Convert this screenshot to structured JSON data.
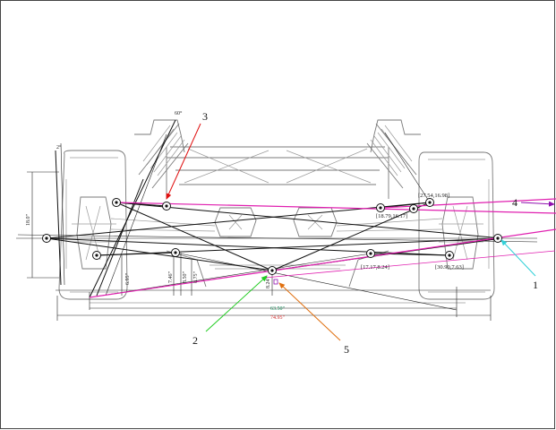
{
  "colors": {
    "pink": "#e020b0",
    "arrow_red": "#e01010",
    "arrow_green": "#22cc22",
    "arrow_cyan": "#30d0d8",
    "arrow_purple": "#9010b0",
    "arrow_orange": "#e07010",
    "dim_green": "#118855",
    "dim_red": "#cc2222"
  },
  "callouts": {
    "one": "1",
    "two": "2",
    "three": "3",
    "four": "4",
    "five": "5"
  },
  "coords": {
    "right_upper_outer": "[27.54,16.98]",
    "right_upper_inner": "[18.79,16.17]",
    "right_lower_inner": "[17.17,8.24]",
    "right_lower_outer": "[30.90,7.63]"
  },
  "dims": {
    "height": "18.0\"",
    "angle_top": "60°",
    "angle_left": "2°",
    "v1": "6.95\"",
    "v2": "7.46\"",
    "v3": "8.50\"",
    "v4": "8.75\"",
    "v5": "8.24\"",
    "bottom_green": "63.50\"",
    "bottom_red": "74.95\""
  }
}
